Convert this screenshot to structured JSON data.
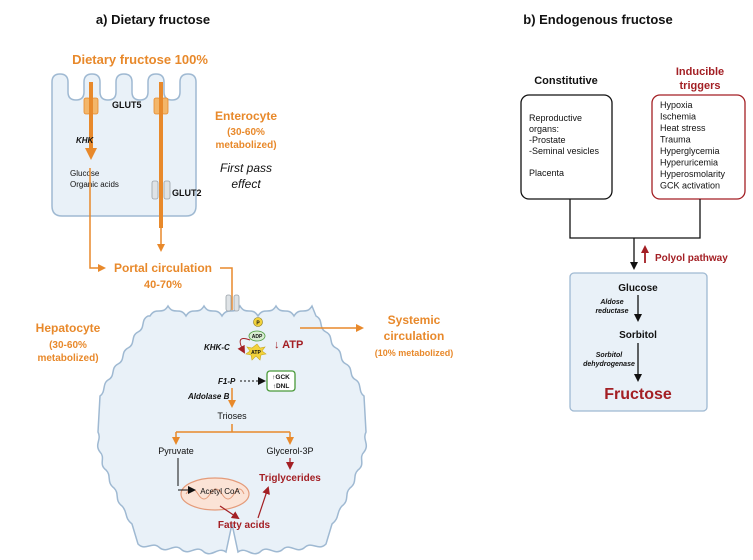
{
  "panel_a": {
    "title": "a) Dietary fructose",
    "dietary_label": "Dietary fructose 100%",
    "glut5": "GLUT5",
    "glut2": "GLUT2",
    "khk": "KHK",
    "glucose": "Glucose",
    "organic_acids": "Organic acids",
    "enterocyte_title": "Enterocyte",
    "enterocyte_pct": "(30-60%",
    "enterocyte_metab": "metabolized)",
    "first_pass_1": "First pass",
    "first_pass_2": "effect",
    "portal_1": "Portal circulation",
    "portal_2": "40-70%",
    "hepatocyte_title": "Hepatocyte",
    "hepatocyte_pct": "(30-60%",
    "hepatocyte_metab": "metabolized)",
    "systemic_1": "Systemic",
    "systemic_2": "circulation",
    "systemic_3": "(10% metabolized)",
    "khkc": "KHK-C",
    "p_badge": "P",
    "adp": "ADP",
    "atp_small": "ATP",
    "atp_down": "↓ ATP",
    "f1p": "F1-P",
    "gck": "↑GCK",
    "dnl": "↑DNL",
    "aldolase": "Aldolase B",
    "trioses": "Trioses",
    "pyruvate": "Pyruvate",
    "glycerol": "Glycerol-3P",
    "acetyl": "Acetyl CoA",
    "triglycerides": "Triglycerides",
    "fatty_acids": "Fatty acids"
  },
  "panel_b": {
    "title": "b) Endogenous fructose",
    "constitutive": "Constitutive",
    "inducible_1": "Inducible",
    "inducible_2": "triggers",
    "const_items": [
      "Reproductive",
      "organs:",
      "-Prostate",
      "-Seminal vesicles",
      "",
      "Placenta"
    ],
    "triggers": [
      "Hypoxia",
      "Ischemia",
      "Heat stress",
      "Trauma",
      "Hyperglycemia",
      "Hyperuricemia",
      "Hyperosmolarity",
      "GCK activation"
    ],
    "polyol": "Polyol pathway",
    "glucose": "Glucose",
    "aldose_1": "Aldose",
    "aldose_2": "reductase",
    "sorbitol": "Sorbitol",
    "sdh_1": "Sorbitol",
    "sdh_2": "dehydrogenase",
    "fructose": "Fructose"
  },
  "colors": {
    "orange": "#e8892b",
    "dark_red": "#a31f24",
    "cell_fill": "#e9f1f8",
    "cell_stroke": "#9fb9d2",
    "green": "#4a9a3a",
    "yellow": "#f2d23c"
  }
}
